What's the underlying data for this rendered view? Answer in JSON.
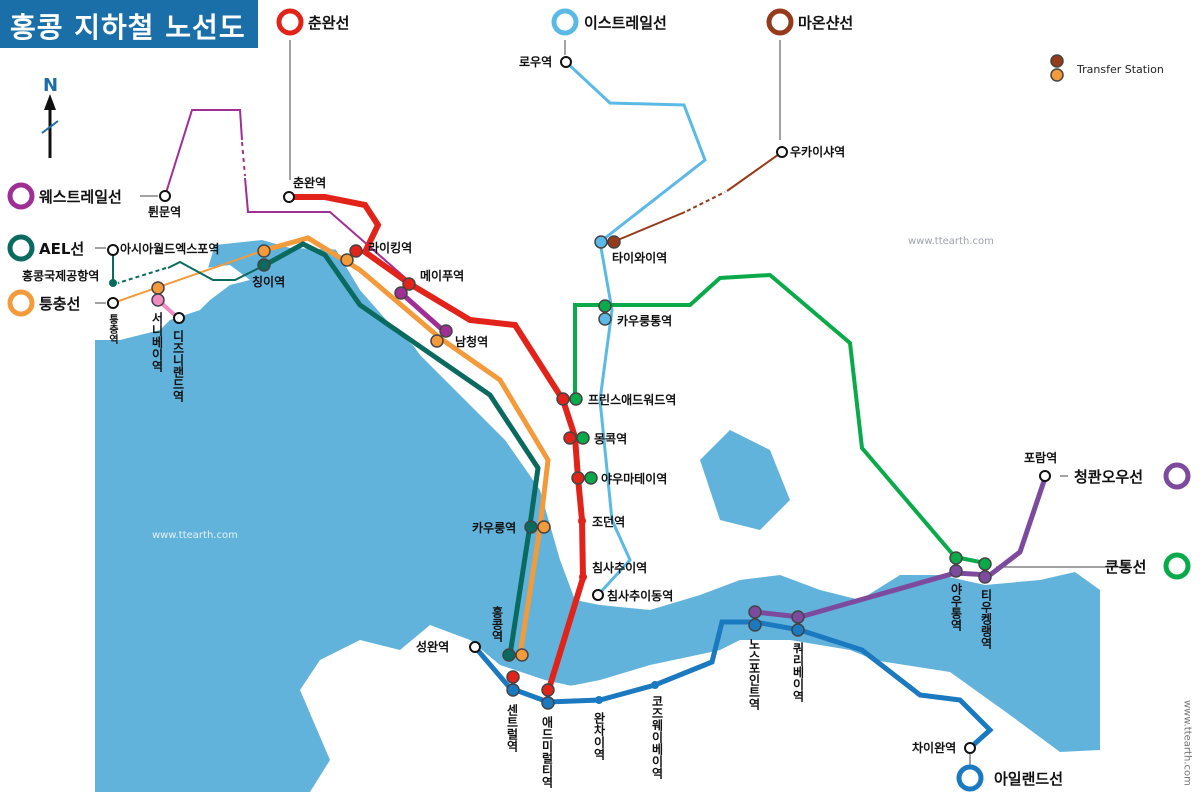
{
  "title": "홍콩 지하철 노선도",
  "north": "N",
  "legend": {
    "label": "Transfer Station"
  },
  "watermarks": [
    "www.ttearth.com",
    "www.ttearth.com",
    "www.ttearth.com"
  ],
  "colors": {
    "water": "#62b3dc",
    "tsuen_wan": "#e2231a",
    "east_rail": "#5bb9e6",
    "ma_on_shan": "#963a1c",
    "west_rail": "#a02f95",
    "ael": "#0b6a5f",
    "tung_chung": "#f39a3b",
    "kwun_tong": "#0aaa4a",
    "tseung_kwan_o": "#7d4b9e",
    "island": "#1b79c0",
    "title_bg": "#1b6fa8"
  },
  "lines": {
    "tsuen_wan": "춘완선",
    "east_rail": "이스트레일선",
    "ma_on_shan": "마온샨선",
    "west_rail": "웨스트레일선",
    "ael": "AEL선",
    "tung_chung": "퉁충선",
    "tseung_kwan_o": "청콴오우선",
    "kwun_tong": "쿤통선",
    "island": "아일랜드선"
  },
  "stations": {
    "tsuen_wan": "춘완역",
    "lai_king": "라이킹역",
    "mei_foo": "메이푸역",
    "nam_cheong": "남청역",
    "prince_edward": "프린스애드워드역",
    "mong_kok": "몽콕역",
    "yau_ma_tei": "야우마테이역",
    "jordan": "조던역",
    "tsim_sha_tsui": "침사추이역",
    "east_tst": "침사추이동역",
    "lo_wu": "로우역",
    "wu_kai_sha": "우카이샤역",
    "tai_wai": "타이와이역",
    "kowloon_tong": "카우룽통역",
    "tuen_mun": "튄문역",
    "asia_world_expo": "아시아월드엑스포역",
    "airport": "홍콩국제공항역",
    "tsing_yi": "칭이역",
    "tung_chung": "퉁충역",
    "sunny_bay": "서니베이역",
    "disneyland": "디즈니랜드역",
    "kowloon": "카우룽역",
    "hong_kong": "홍콩역",
    "sheung_wan": "성완역",
    "central": "센트럴역",
    "admiralty": "애드미럴티역",
    "wan_chai": "완차이역",
    "causeway_bay": "코즈웨이베이역",
    "north_point": "노스포인트역",
    "quarry_bay": "쿼리베이역",
    "yau_tong": "야우통역",
    "tiu_keng_leng": "티우켕랭역",
    "po_lam": "포람역",
    "chai_wan": "차이완역"
  }
}
